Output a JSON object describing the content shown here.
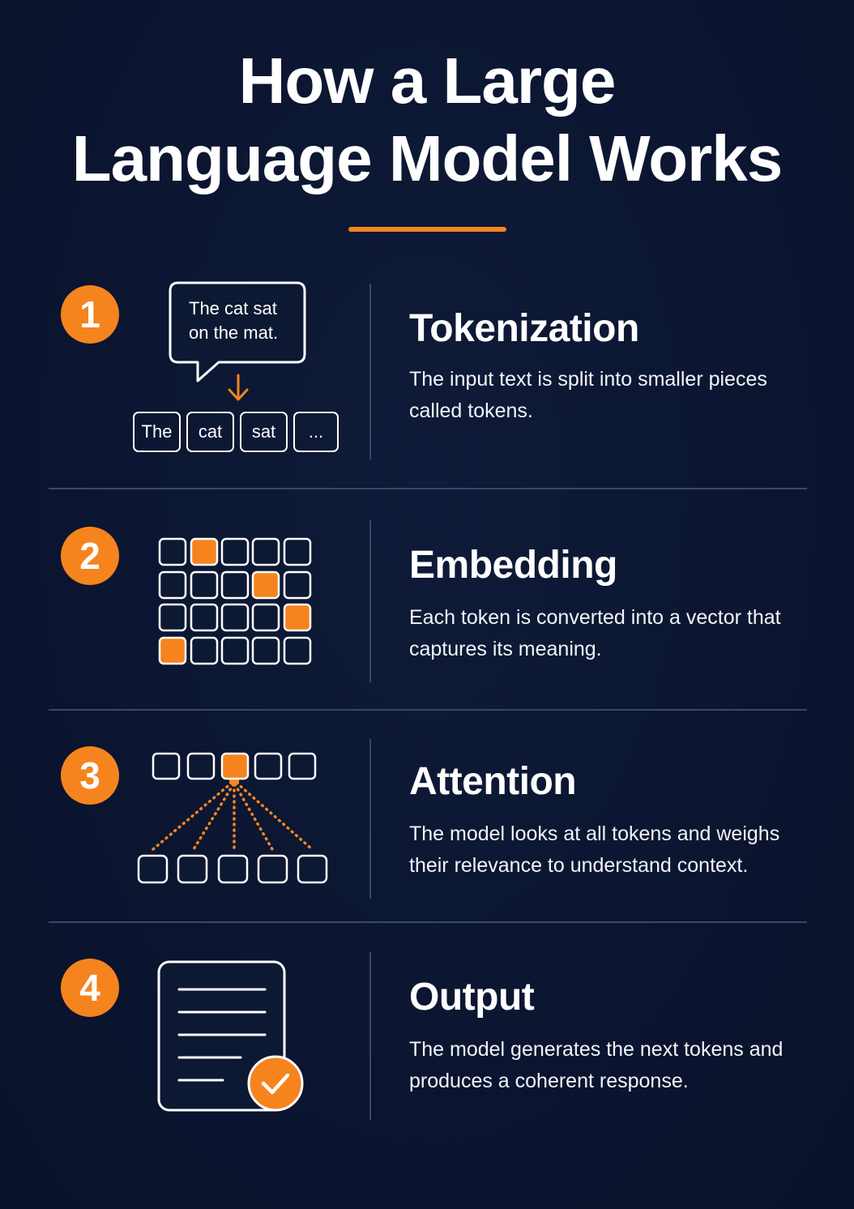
{
  "header": {
    "title_line1": "How a Large",
    "title_line2": "Language Model Works"
  },
  "colors": {
    "background": "#0d1832",
    "accent": "#f5841f",
    "text": "#ffffff",
    "divider": "#3a4866"
  },
  "steps": [
    {
      "number": "1",
      "title": "Tokenization",
      "description": "The input text is split into smaller pieces called tokens.",
      "illustration": {
        "icon": "speech-bubble-to-tokens-icon",
        "bubble_text_line1": "The cat sat",
        "bubble_text_line2": "on the mat.",
        "tokens": [
          "The",
          "cat",
          "sat",
          "..."
        ]
      }
    },
    {
      "number": "2",
      "title": "Embedding",
      "description": "Each token is converted into a vector that captures its meaning.",
      "illustration": {
        "icon": "embedding-grid-icon",
        "grid_rows": 4,
        "grid_cols": 5,
        "highlighted_cells": [
          [
            0,
            1
          ],
          [
            1,
            3
          ],
          [
            2,
            4
          ],
          [
            3,
            0
          ]
        ]
      }
    },
    {
      "number": "3",
      "title": "Attention",
      "description": "The model looks at all tokens and weighs their relevance to understand context.",
      "illustration": {
        "icon": "attention-network-icon",
        "top_boxes": 5,
        "highlighted_top_index": 2,
        "bottom_boxes": 5
      }
    },
    {
      "number": "4",
      "title": "Output",
      "description": "The model generates the next tokens and produces a coherent response.",
      "illustration": {
        "icon": "document-check-icon",
        "text_lines": 5
      }
    }
  ]
}
